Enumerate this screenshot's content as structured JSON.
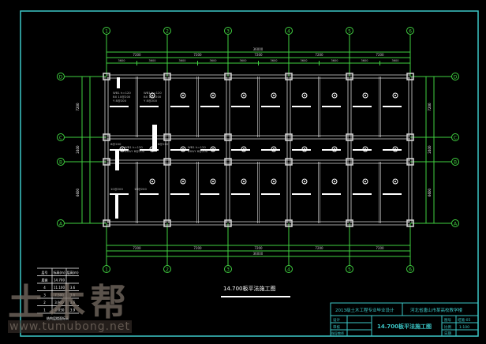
{
  "drawing": {
    "title": "14.700板平法施工图",
    "column_axes": [
      "1",
      "2",
      "3",
      "4",
      "5",
      "6"
    ],
    "row_axes": [
      "D",
      "C",
      "B",
      "A"
    ],
    "total_dimension": "36000",
    "bay_dimension": "7200",
    "half_bay_dimension": "3600",
    "row_dimensions": [
      "7200",
      "2400",
      "6600"
    ],
    "slab_labels": {
      "slab_type": "WB1 h=120",
      "bx": "BX 10@200",
      "y": "Y 8@200",
      "bxy": "BX&Y 8@200",
      "bar8": "8@200",
      "bar10": "10@200"
    }
  },
  "level_table": {
    "headers": [
      "层号",
      "标高(m)",
      "层高(m)"
    ],
    "rows": [
      [
        "屋面",
        "14.700",
        ""
      ],
      [
        "4",
        "11.100",
        "3.6"
      ],
      [
        "3",
        "7.500",
        "3.6"
      ],
      [
        "2",
        "3.900",
        "3.6"
      ],
      [
        "1",
        "-0.050",
        "3.9"
      ]
    ],
    "footer": "结构层楼面标高"
  },
  "title_block": {
    "project": "2013级土木工程专业毕业设计",
    "building": "河北省唐山市某高校教学楼",
    "sheet_title": "14.700板平法施工图",
    "left_labels": [
      "设计",
      "审核",
      "指导教师"
    ],
    "right_labels": [
      "图号",
      "比例",
      "日期"
    ],
    "right_values": [
      "结施-05",
      "1:100",
      ""
    ]
  },
  "watermark": {
    "logo": "土木帮",
    "url": "www.tumubong.net"
  },
  "colors": {
    "frame": "#3cc8c8",
    "axis": "#40d040",
    "beam": "#d8d8d8",
    "text": "#ffffff"
  }
}
